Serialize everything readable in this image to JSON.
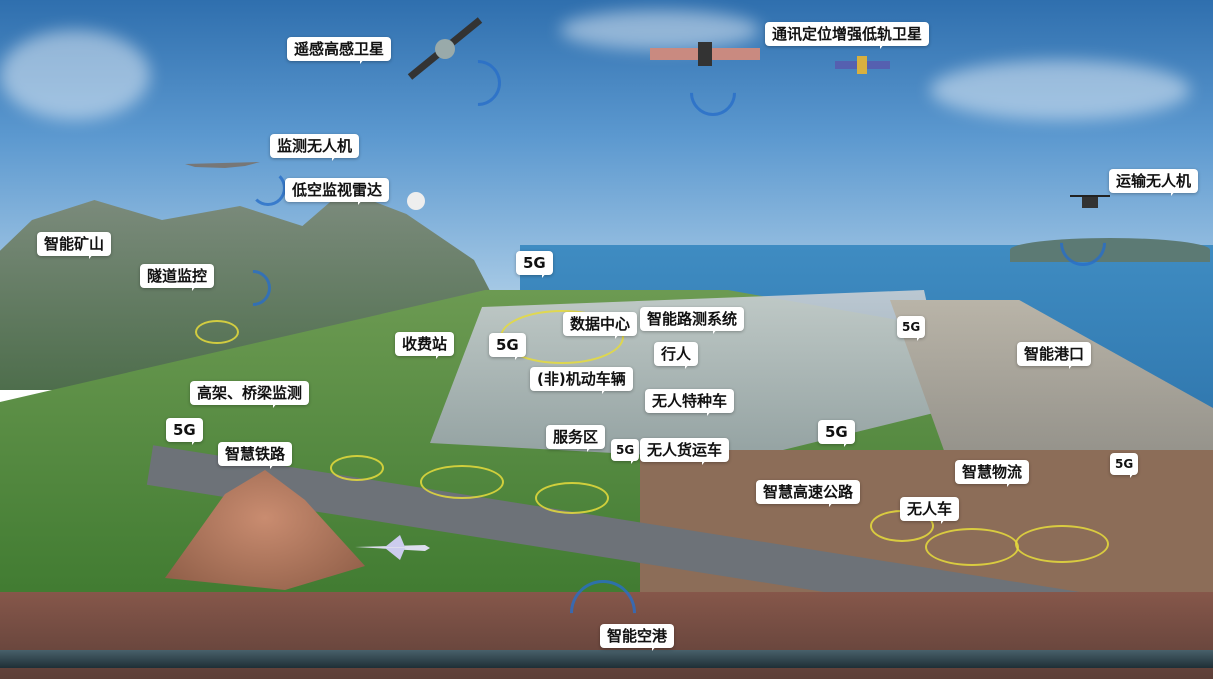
{
  "labels": {
    "remote_sensing_satellite": "遥感高感卫星",
    "leo_satellite": "通讯定位增强低轨卫星",
    "monitoring_drone": "监测无人机",
    "low_altitude_radar": "低空监视雷达",
    "transport_drone": "运输无人机",
    "smart_mine": "智能矿山",
    "tunnel_monitoring": "隧道监控",
    "five_g_1": "5G",
    "data_center": "数据中心",
    "smart_road_sensing": "智能路测系统",
    "five_g_2": "5G",
    "toll_station": "收费站",
    "five_g_3": "5G",
    "pedestrian": "行人",
    "smart_port": "智能港口",
    "viaduct_bridge_monitoring": "高架、桥梁监测",
    "vehicles": "(非)机动车辆",
    "unmanned_special_vehicle": "无人特种车",
    "five_g_4": "5G",
    "service_area": "服务区",
    "five_g_5": "5G",
    "unmanned_freight_truck": "无人货运车",
    "five_g_6": "5G",
    "smart_railway": "智慧铁路",
    "five_g_7": "5G",
    "smart_logistics": "智慧物流",
    "smart_highway": "智慧高速公路",
    "unmanned_car": "无人车",
    "smart_airport": "智能空港"
  },
  "colors": {
    "signal_wave": "#286ec8",
    "sensor_ring": "#e6dc3c",
    "label_bg": "#ffffff"
  }
}
